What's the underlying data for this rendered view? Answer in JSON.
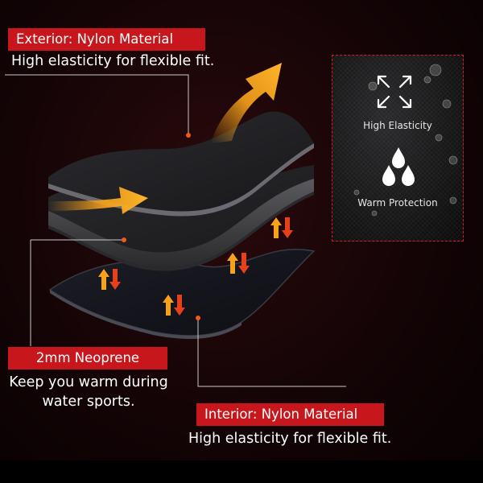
{
  "exterior": {
    "title": "Exterior: Nylon Material",
    "desc": "High elasticity for flexible fit."
  },
  "neoprene": {
    "title": "2mm Neoprene",
    "desc_line1": "Keep you warm during",
    "desc_line2": "water sports."
  },
  "interior": {
    "title": "Interior: Nylon Material",
    "desc": "High elasticity for flexible fit."
  },
  "inset": {
    "feature1": "High Elasticity",
    "feature1_icon": "expand-arrows-icon",
    "feature2": "Warm Protection",
    "feature2_icon": "water-drops-icon"
  },
  "colors": {
    "label_red": "#c8161d",
    "arrow_orange": "#f7a21b",
    "arrow_red": "#e6401d"
  }
}
